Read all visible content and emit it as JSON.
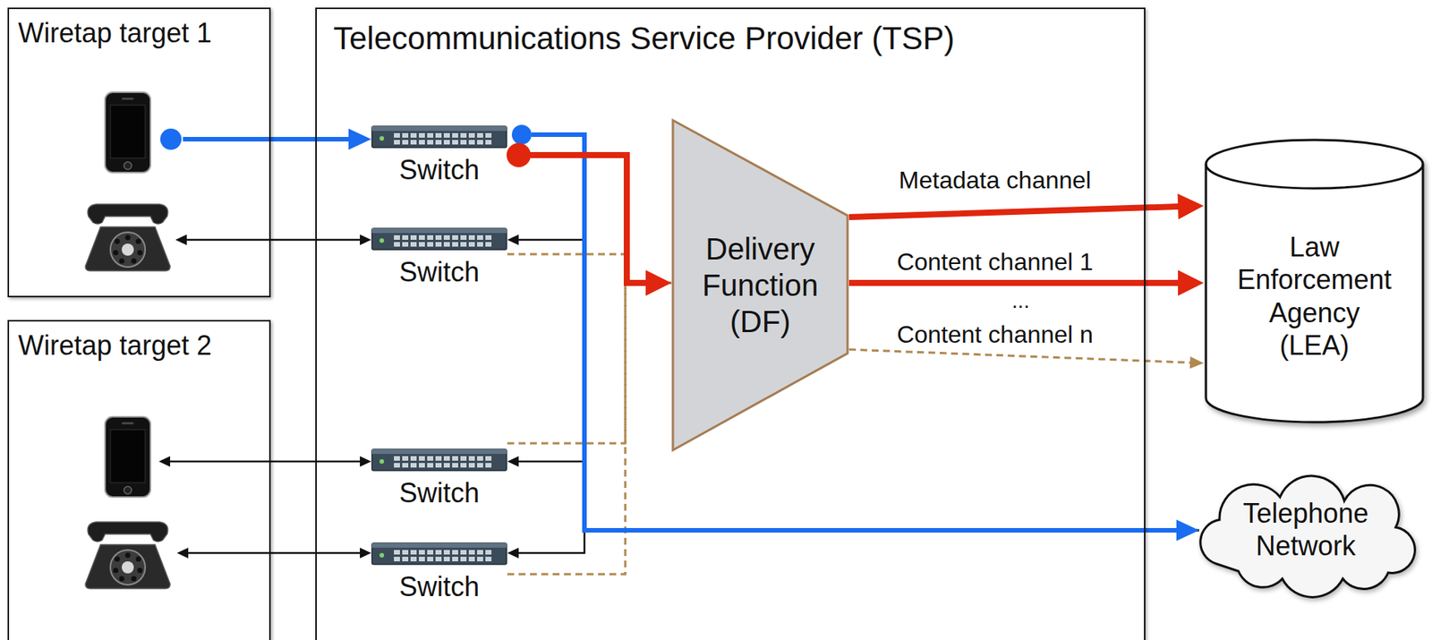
{
  "diagram": {
    "nodes": [
      {
        "text": [
          "Wiretap target 1"
        ]
      },
      {
        "text": [
          "Wiretap target 2"
        ]
      },
      {
        "text": [
          "Telecommunications Service Provider (TSP)"
        ]
      },
      {
        "text": [
          "Switch"
        ],
        "in": 2
      },
      {
        "text": [
          "Switch"
        ],
        "in": 2
      },
      {
        "text": [
          "Switch"
        ],
        "in": 2
      },
      {
        "text": [
          "Switch"
        ],
        "in": 2
      },
      {
        "text": [
          "Delivery Function (DF)"
        ],
        "in": 2
      },
      {
        "text": [
          "Law Enforcement Agency (LEA)"
        ]
      },
      {
        "text": [
          "Telephone Network"
        ]
      }
    ],
    "edges": [
      {
        "from": 0,
        "to": 3,
        "arrow": "to"
      },
      {
        "from": 0,
        "to": 4,
        "arrow": "both"
      },
      {
        "from": 1,
        "to": 5,
        "arrow": "both"
      },
      {
        "from": 1,
        "to": 6,
        "arrow": "both"
      },
      {
        "from": 3,
        "to": 7,
        "arrow": "to"
      },
      {
        "from": 3,
        "to": 9,
        "arrow": "to"
      },
      {
        "from": 9,
        "to": 4,
        "arrow": "to"
      },
      {
        "from": 9,
        "to": 5,
        "arrow": "to"
      },
      {
        "from": 9,
        "to": 6,
        "arrow": "to"
      },
      {
        "from": 4,
        "to": 7,
        "arrow": "none"
      },
      {
        "from": 5,
        "to": 7,
        "arrow": "none"
      },
      {
        "from": 6,
        "to": 7,
        "arrow": "none"
      },
      {
        "from": 7,
        "to": 8,
        "label": "Metadata channel",
        "arrow": "to"
      },
      {
        "from": 7,
        "to": 8,
        "label": "Content channel 1",
        "arrow": "to"
      },
      {
        "from": 7,
        "to": 8,
        "label": "Content channel n",
        "arrow": "to"
      }
    ],
    "labels": [
      "..."
    ]
  }
}
